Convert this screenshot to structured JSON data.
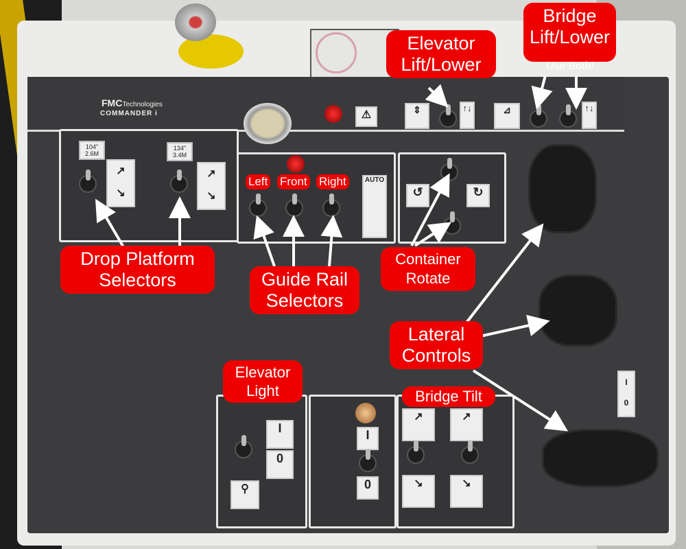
{
  "panel": {
    "brand": "FMC",
    "brand_suffix": "Technologies",
    "model": "COMMANDER i",
    "drop_left_tag": "104\" 2.6M",
    "drop_right_tag": "134\" 3.4M",
    "auto_label": "AUTO",
    "on_symbol": "I",
    "off_symbol": "0"
  },
  "annotations": {
    "elevator_lift": "Elevator Lift/Lower",
    "bridge_lift": "Bridge Lift/Lower",
    "bridge_note": "Use Both!",
    "left": "Left",
    "front": "Front",
    "right": "Right",
    "drop_platform": "Drop Platform Selectors",
    "guide_rail": "Guide Rail Selectors",
    "container_rotate": "Container Rotate",
    "lateral": "Lateral Controls",
    "elevator_light": "Elevator Light",
    "bridge_tilt": "Bridge Tilt"
  }
}
